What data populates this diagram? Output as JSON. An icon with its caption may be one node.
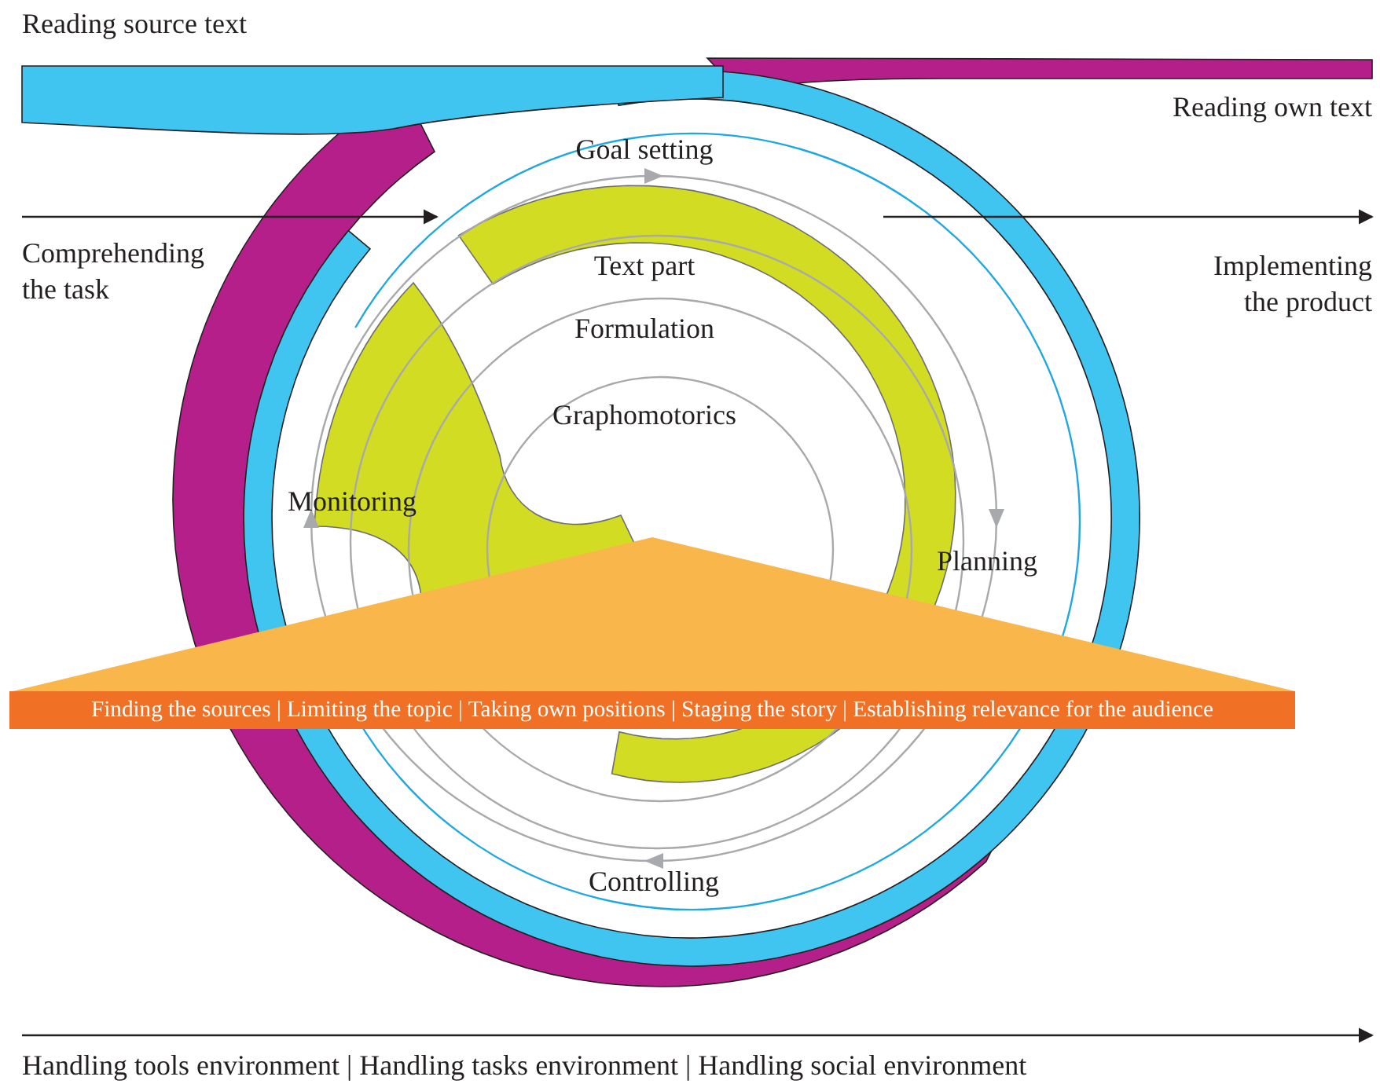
{
  "diagram": {
    "nodes": [
      {
        "text": [
          "Finding the sources | Limiting the topic | Taking own positions | Staging the story | Establishing relevance for the audience"
        ]
      }
    ],
    "labels": [
      "Reading source text",
      "Reading own text",
      "Goal setting",
      "Comprehending the task",
      "Implementing the product",
      "Text part",
      "Formulation",
      "Graphomotorics",
      "Monitoring",
      "Planning",
      "Controlling",
      "Handling tools environment | Handling tasks environment | Handling social environment"
    ]
  }
}
